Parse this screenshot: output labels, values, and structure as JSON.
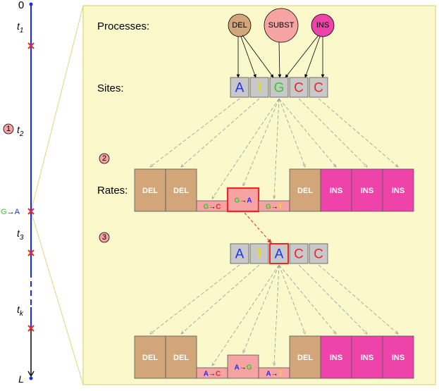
{
  "colors": {
    "panel_fill": "#fbf8cc",
    "panel_stroke": "#e0d67a",
    "del": "#d2a679",
    "ins": "#ee44aa",
    "subst": "#f5a3a3",
    "site_box": "#c8c8c8",
    "highlight": "#e8282b",
    "timeline_blue": "#1428ff",
    "nuc_A": "#1a2fff",
    "nuc_T": "#e6e600",
    "nuc_G": "#2fcc2f",
    "nuc_C": "#e8282b",
    "arrow_gray": "#999999"
  },
  "timeline": {
    "top_label": "0",
    "bottom_label": "L",
    "t1": {
      "base": "t",
      "sub": "1"
    },
    "t2": {
      "base": "t",
      "sub": "2"
    },
    "t3": {
      "base": "t",
      "sub": "3"
    },
    "tk": {
      "base": "t",
      "sub": "k"
    },
    "step1_marker": "1",
    "event_label": {
      "from": "G",
      "arrow": "→",
      "to": "A"
    }
  },
  "labels": {
    "processes": "Processes:",
    "sites": "Sites:",
    "rates": "Rates:"
  },
  "processes": [
    {
      "id": "del",
      "label": "DEL",
      "icon": "circle"
    },
    {
      "id": "subst",
      "label": "SUBST",
      "icon": "circle"
    },
    {
      "id": "ins",
      "label": "INS",
      "icon": "circle"
    }
  ],
  "step_markers": [
    "2",
    "3"
  ],
  "sites_before": [
    "A",
    "T",
    "G",
    "C",
    "C"
  ],
  "sites_after": [
    "A",
    "T",
    "A",
    "C",
    "C"
  ],
  "rates_before": [
    {
      "kind": "DEL",
      "label": "DEL"
    },
    {
      "kind": "DEL",
      "label": "DEL"
    },
    {
      "kind": "SUBST",
      "from": "G",
      "arrow": "→",
      "to": "C",
      "level": 0.25
    },
    {
      "kind": "SUBST",
      "from": "G",
      "arrow": "→",
      "to": "A",
      "level": 0.55,
      "selected": true
    },
    {
      "kind": "SUBST",
      "from": "G",
      "arrow": "→",
      "to": "T",
      "level": 0.25
    },
    {
      "kind": "DEL",
      "label": "DEL"
    },
    {
      "kind": "INS",
      "label": "INS"
    },
    {
      "kind": "INS",
      "label": "INS"
    },
    {
      "kind": "INS",
      "label": "INS"
    }
  ],
  "rates_after": [
    {
      "kind": "DEL",
      "label": "DEL"
    },
    {
      "kind": "DEL",
      "label": "DEL"
    },
    {
      "kind": "SUBST",
      "from": "A",
      "arrow": "→",
      "to": "C",
      "level": 0.25
    },
    {
      "kind": "SUBST",
      "from": "A",
      "arrow": "→",
      "to": "G",
      "level": 0.55
    },
    {
      "kind": "SUBST",
      "from": "A",
      "arrow": "→",
      "to": "T",
      "level": 0.25
    },
    {
      "kind": "DEL",
      "label": "DEL"
    },
    {
      "kind": "INS",
      "label": "INS"
    },
    {
      "kind": "INS",
      "label": "INS"
    },
    {
      "kind": "INS",
      "label": "INS"
    }
  ]
}
